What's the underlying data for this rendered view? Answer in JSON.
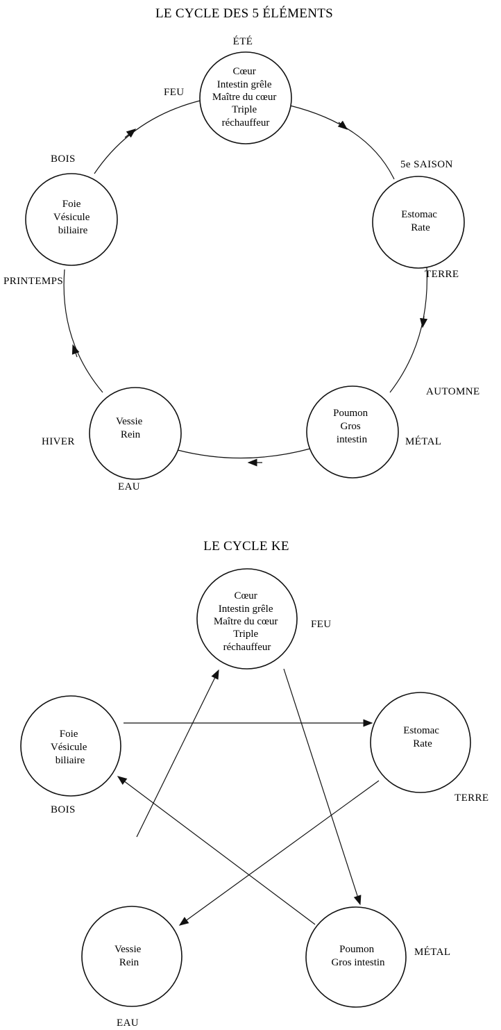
{
  "diagrams": [
    {
      "title": "LE CYCLE DES 5 ÉLÉMENTS",
      "nodes": [
        {
          "lines": [
            "Cœur",
            "Intestin grêle",
            "Maître du cœur",
            "Triple",
            "réchauffeur"
          ]
        },
        {
          "lines": [
            "Estomac",
            "Rate"
          ]
        },
        {
          "lines": [
            "Poumon",
            "Gros",
            "intestin"
          ]
        },
        {
          "lines": [
            "Vessie",
            "Rein"
          ]
        },
        {
          "lines": [
            "Foie",
            "Vésicule",
            "biliaire"
          ]
        }
      ],
      "labels": [
        "ÉTÉ",
        "FEU",
        "5e SAISON",
        "TERRE",
        "AUTOMNE",
        "MÉTAL",
        "HIVER",
        "EAU",
        "PRINTEMPS",
        "BOIS"
      ]
    },
    {
      "title": "LE CYCLE KE",
      "nodes": [
        {
          "lines": [
            "Cœur",
            "Intestin grêle",
            "Maître du cœur",
            "Triple",
            "réchauffeur"
          ]
        },
        {
          "lines": [
            "Estomac",
            "Rate"
          ]
        },
        {
          "lines": [
            "Poumon",
            "Gros intestin"
          ]
        },
        {
          "lines": [
            "Vessie",
            "Rein"
          ]
        },
        {
          "lines": [
            "Foie",
            "Vésicule",
            "biliaire"
          ]
        }
      ],
      "labels": [
        "FEU",
        "TERRE",
        "MÉTAL",
        "EAU",
        "BOIS"
      ]
    }
  ],
  "colors": {
    "ink": "#111111",
    "paper": "#ffffff"
  }
}
